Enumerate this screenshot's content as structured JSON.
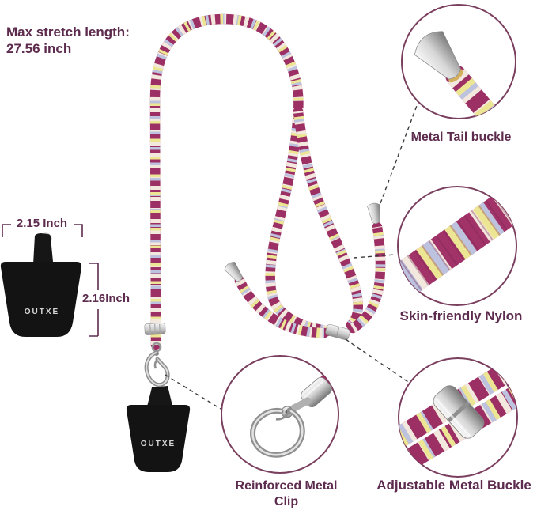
{
  "product": {
    "brand": "OUTXE"
  },
  "annotations": {
    "max_stretch": "Max stretch length:\n27.56 inch",
    "pad_width": "2.15 Inch",
    "pad_height": "2.16Inch"
  },
  "callouts": {
    "tail_buckle": "Metal Tail buckle",
    "nylon": "Skin-friendly Nylon",
    "adjustable_buckle": "Adjustable Metal Buckle",
    "metal_clip": "Reinforced Metal\nClip"
  },
  "colors": {
    "label_text": "#5d2b4e",
    "callout_ring": "#7a3f5e",
    "rope_magenta": "#9c2f63",
    "rope_cream": "#f2e8dd",
    "rope_lavender": "#bdc2de",
    "rope_yellow": "#ece594",
    "pad_black": "#141414",
    "metal_silver": "#c9c9c9",
    "dash_line": "#3c3c3c"
  }
}
